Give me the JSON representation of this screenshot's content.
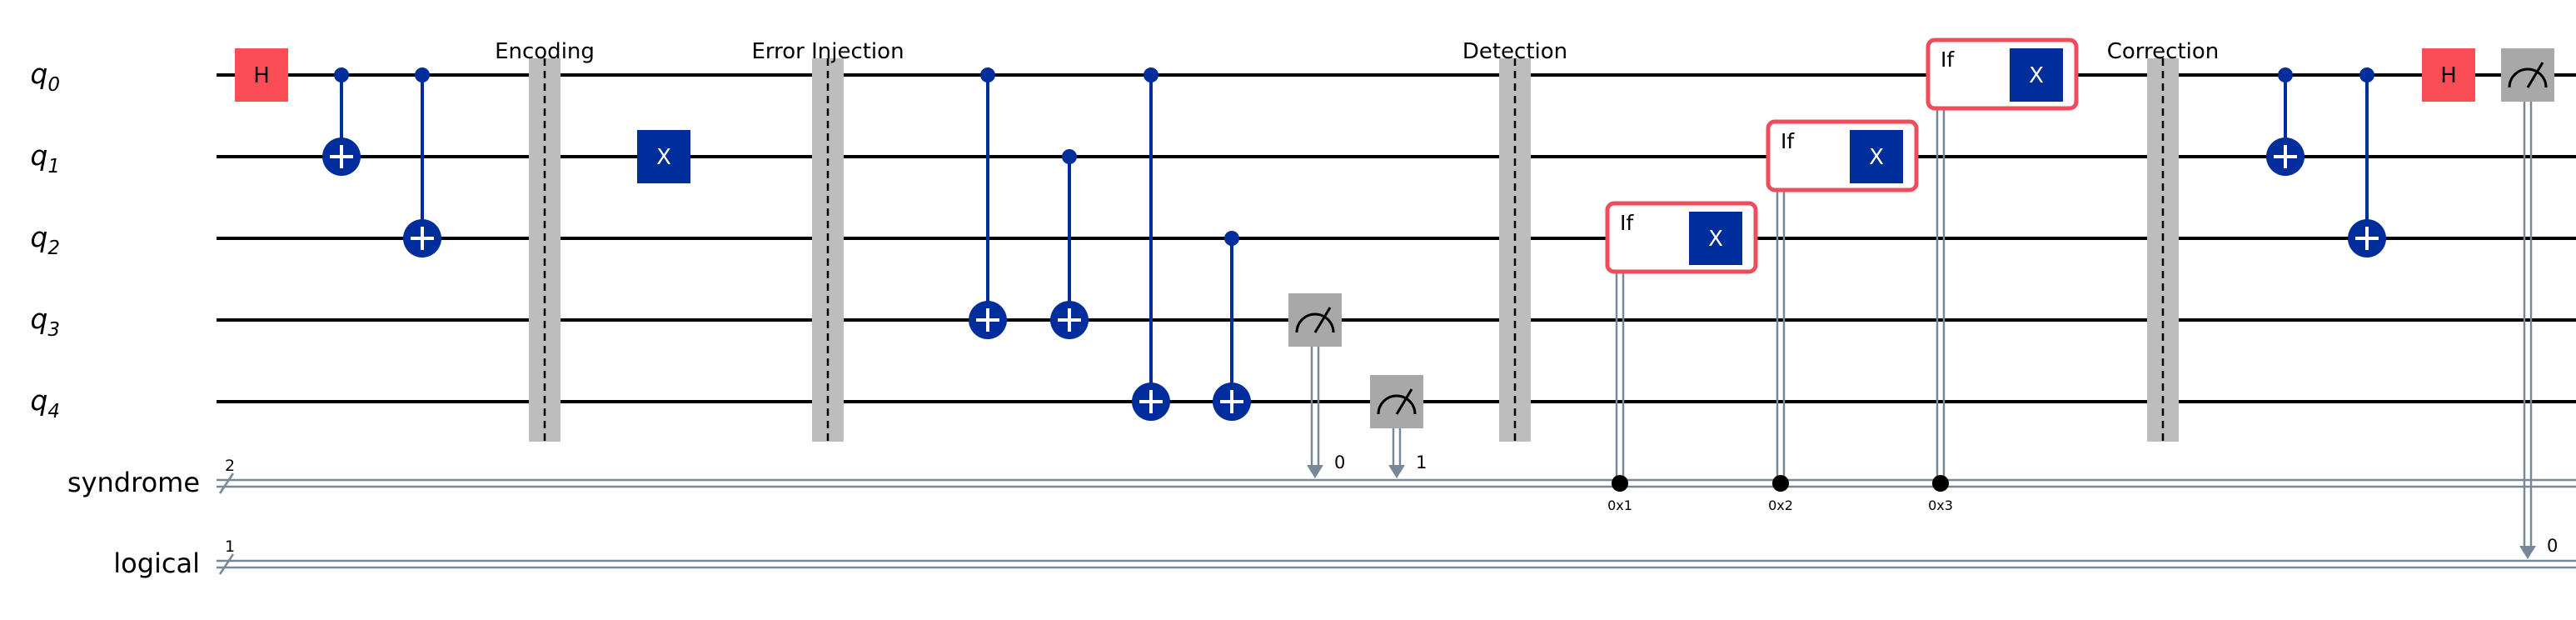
{
  "qubits": [
    {
      "base": "q",
      "sub": "0"
    },
    {
      "base": "q",
      "sub": "1"
    },
    {
      "base": "q",
      "sub": "2"
    },
    {
      "base": "q",
      "sub": "3"
    },
    {
      "base": "q",
      "sub": "4"
    }
  ],
  "cregs": [
    {
      "name": "syndrome",
      "size": "2"
    },
    {
      "name": "logical",
      "size": "1"
    }
  ],
  "barriers": [
    {
      "label": "Encoding"
    },
    {
      "label": "Error Injection"
    },
    {
      "label": "Detection"
    },
    {
      "label": "Correction"
    }
  ],
  "gates": {
    "h": "H",
    "x": "X",
    "if": "If"
  },
  "cx": [
    {
      "control": 0,
      "target": 1
    },
    {
      "control": 0,
      "target": 2
    },
    {
      "control": 0,
      "target": 3
    },
    {
      "control": 1,
      "target": 3
    },
    {
      "control": 0,
      "target": 4
    },
    {
      "control": 2,
      "target": 4
    },
    {
      "control": 0,
      "target": 1
    },
    {
      "control": 0,
      "target": 2
    }
  ],
  "measurements": [
    {
      "qubit": 3,
      "creg": "syndrome",
      "bit": "0"
    },
    {
      "qubit": 4,
      "creg": "syndrome",
      "bit": "1"
    },
    {
      "qubit": 0,
      "creg": "logical",
      "bit": "0"
    }
  ],
  "conditionals": [
    {
      "qubit": 2,
      "condition": "0x1"
    },
    {
      "qubit": 1,
      "condition": "0x2"
    },
    {
      "qubit": 0,
      "condition": "0x3"
    }
  ],
  "colors": {
    "h_gate": "#fa4d56",
    "x_gate": "#002d9c",
    "measure": "#a8a8a8",
    "barrier": "#bdbdbd",
    "if_box": "#ef4d5b",
    "classical": "#778899"
  }
}
